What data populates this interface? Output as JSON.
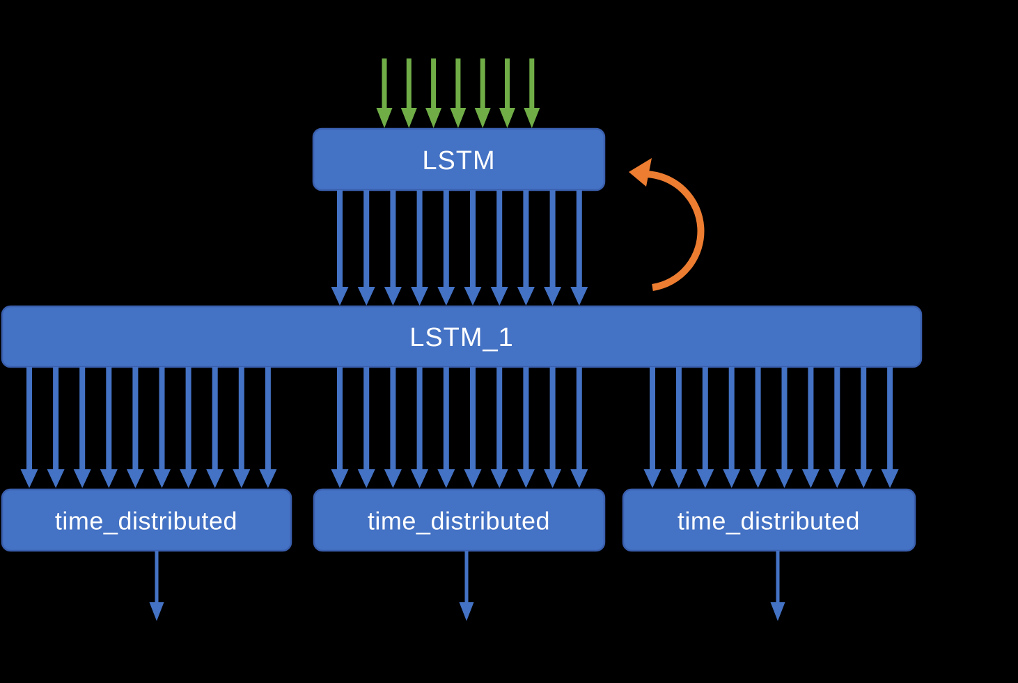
{
  "diagram": {
    "background": "#000000",
    "nodes": {
      "lstm": {
        "label": "LSTM"
      },
      "lstm_1": {
        "label": "LSTM_1"
      },
      "td_left": {
        "label": "time_distributed"
      },
      "td_mid": {
        "label": "time_distributed"
      },
      "td_right": {
        "label": "time_distributed"
      }
    },
    "arrows": {
      "input_count": 7,
      "input_color": "#70AD47",
      "lstm_to_lstm1_count": 10,
      "lstm1_to_td_left_count": 10,
      "lstm1_to_td_mid_count": 10,
      "lstm1_to_td_right_count": 10,
      "td_output_count": 3,
      "hidden_color": "#4472C4",
      "recurrent_color": "#ED7D31"
    },
    "style": {
      "node_fill": "#4472C4",
      "node_border": "#3A5FAE",
      "label_color": "#FFFFFF"
    }
  }
}
